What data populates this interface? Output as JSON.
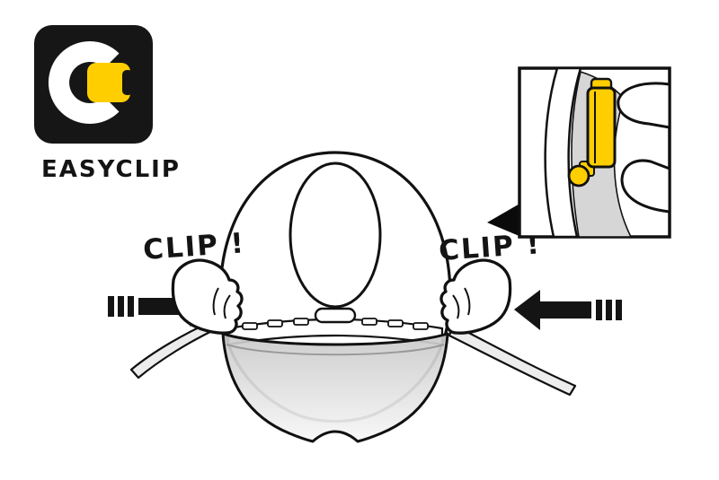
{
  "page": {
    "description": "EASYCLIP helmet visor attachment instruction diagram"
  },
  "logo": {
    "label": "EASYCLIP",
    "bg_color": "#161616",
    "clip_color": "#FFCE00"
  },
  "callouts": {
    "left": {
      "label": "CLIP !"
    },
    "right": {
      "label": "CLIP !"
    }
  },
  "icons": {
    "left_arrow": "push-arrow-left",
    "right_arrow": "push-arrow-right",
    "detail_pointer": "callout-triangle"
  },
  "colors": {
    "yellow": "#FFCE00",
    "outline": "#111111",
    "visor_gray": "#d6d6d6",
    "strap_gray": "#ececec",
    "hand_white": "#ffffff"
  }
}
